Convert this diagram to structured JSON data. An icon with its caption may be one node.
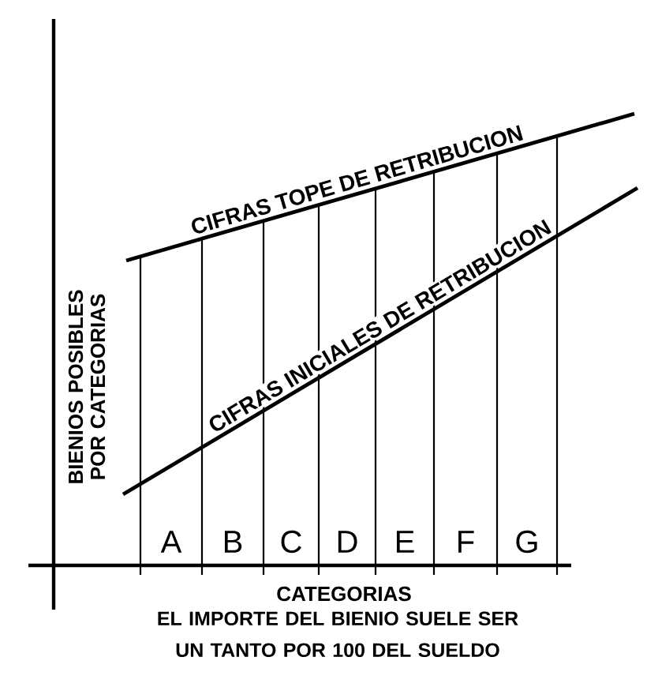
{
  "diagram": {
    "caption": "EL IMPORTE DEL BIENIO SUELE SER UN TANTO POR 100 DEL SUELDO",
    "labels": [
      "BIENIOS POSIBLES POR CATEGORIAS",
      "CIFRAS TOPE DE RETRIBUCION",
      "CIFRAS INICIALES DE RETRIBUCION",
      "A",
      "B",
      "C",
      "D",
      "E",
      "F",
      "G",
      "CATEGORIAS"
    ]
  }
}
